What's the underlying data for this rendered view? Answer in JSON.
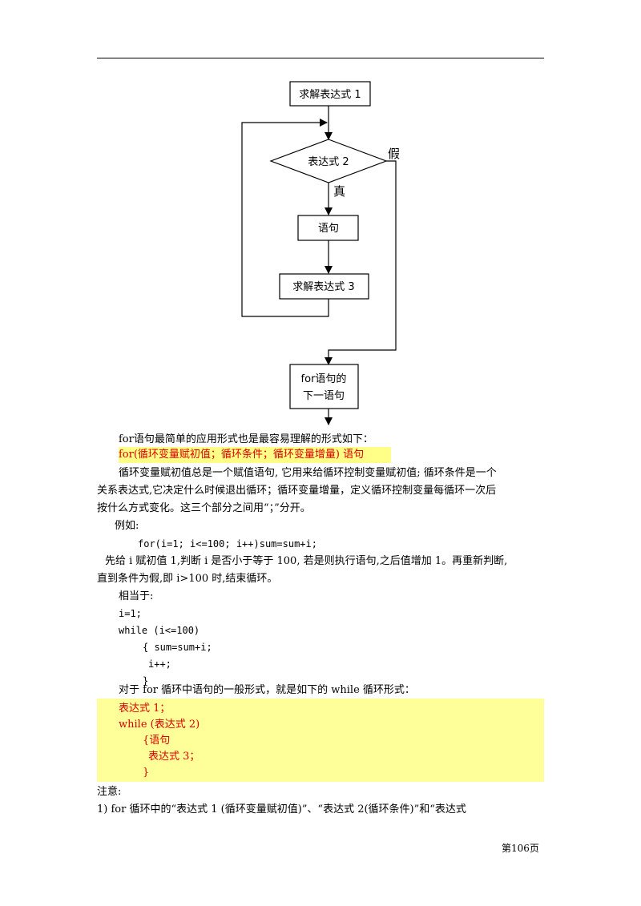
{
  "flowchart": {
    "box1": "求解表达式 1",
    "diamond": "表达式 2",
    "false_label": "假",
    "true_label": "真",
    "box_stmt": "语句",
    "box3": "求解表达式 3",
    "next_line1": "for语句的",
    "next_line2": "下一语句"
  },
  "text": {
    "p1": "for语句最简单的应用形式也是最容易理解的形式如下：",
    "p2": "for(循环变量赋初值；循环条件；循环变量增量) 语句",
    "p3a": "循环变量赋初值总是一个赋值语句, 它用来给循环控制变量赋初值; 循环条件是一个",
    "p3b": "关系表达式,它决定什么时候退出循环；循环变量增量，定义循环控制变量每循环一次后",
    "p3c": "按什么方式变化。这三个部分之间用“；”分开。",
    "example_label": "例如:",
    "example_code": "for(i=1; i<=100; i++)sum=sum+i;",
    "p4a": "先给 i 赋初值 1,判断 i 是否小于等于 100, 若是则执行语句,之后值增加 1。再重新判断,",
    "p4b": "直到条件为假,即 i>100 时,结束循环。",
    "equiv_label": "相当于:",
    "code1": "i=1;",
    "code2": "while (i<=100)",
    "code3": "{ sum=sum+i;",
    "code4": "i++;",
    "code5": "}",
    "p5": "对于 for 循环中语句的一般形式，就是如下的 while 循环形式：",
    "hl1": "表达式 1；",
    "hl2": "while (表达式 2)",
    "hl3": "{语句",
    "hl4": "表达式 3；",
    "hl5": "}",
    "note_label": "注意:",
    "note1": "1)   for 循环中的“表达式 1 (循环变量赋初值)”、“表达式 2(循环条件)”和“表达式"
  },
  "footer": {
    "page": "第106页"
  },
  "colors": {
    "highlight": "#ffff99",
    "red_text": "#d90000"
  }
}
